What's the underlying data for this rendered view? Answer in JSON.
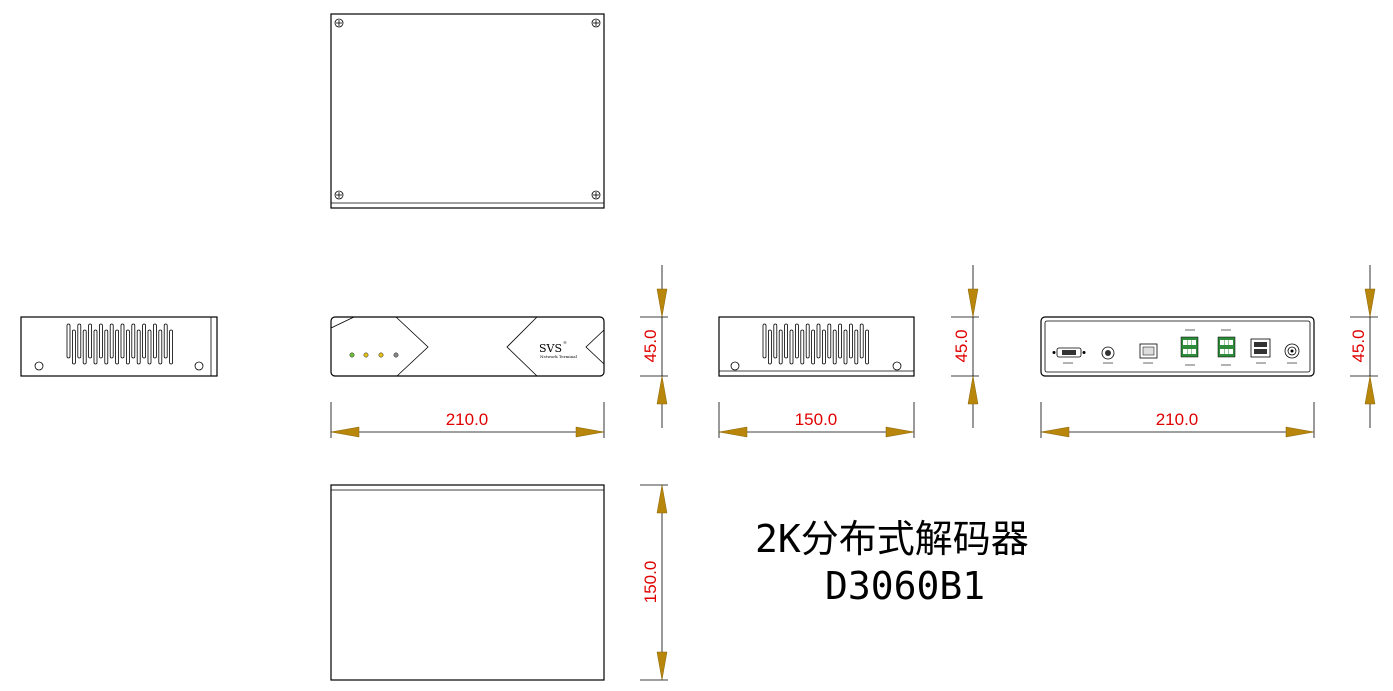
{
  "dimensions": {
    "top_width": "210.0",
    "side_width": "150.0",
    "rear_width": "210.0",
    "height_a": "45.0",
    "height_b": "45.0",
    "height_c": "45.0",
    "bottom_depth": "150.0"
  },
  "front_panel": {
    "brand": "SVS",
    "brand_mark": "®",
    "subtitle": "Network Terminal"
  },
  "product": {
    "name": "2K分布式解码器",
    "model": "D3060B1"
  },
  "colors": {
    "dimension_text": "#e00000",
    "arrow_fill": "#b8860b",
    "led_green": "#6fbf3a",
    "led_yellow": "#e0c020",
    "terminal_green": "#2e8b3a"
  }
}
